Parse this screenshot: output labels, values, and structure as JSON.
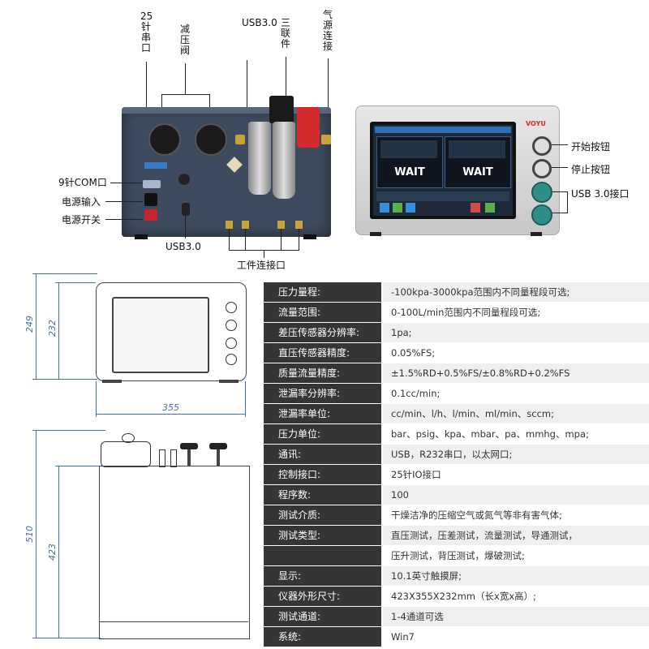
{
  "top_left_labels": {
    "pin25": "25针串口",
    "reducer": "减压阀",
    "usb_top": "USB3.0",
    "triple": "三联件",
    "air_inlet": "气源连接",
    "com9": "9针COM口",
    "power_in": "电源输入",
    "power_switch": "电源开关",
    "usb_bottom": "USB3.0",
    "work_port": "工件连接口"
  },
  "top_right_labels": {
    "start": "开始按钮",
    "stop": "停止按钮",
    "usb": "USB 3.0接口",
    "brand": "VOYU",
    "wait1": "WAIT",
    "wait2": "WAIT"
  },
  "dimensions": {
    "h249": "249",
    "h232": "232",
    "w355": "355",
    "h510": "510",
    "h423": "423"
  },
  "colors": {
    "key_bg": "#353535",
    "val_bg_a": "#ffffff",
    "val_bg_b": "#efefef",
    "chassis": "#3e4b5e",
    "panel": "#d9d9d9"
  },
  "specs": [
    {
      "k": "压力量程:",
      "v": "-100kpa-3000kpa范围内不同量程段可选;"
    },
    {
      "k": "流量范围:",
      "v": "0-100L/min范围内不同量程段可选;"
    },
    {
      "k": "差压传感器分辨率:",
      "v": "1pa;"
    },
    {
      "k": "直压传感器精度:",
      "v": "0.05%FS;"
    },
    {
      "k": "质量流量精度:",
      "v": "±1.5%RD+0.5%FS/±0.8%RD+0.2%FS"
    },
    {
      "k": "泄漏率分辨率:",
      "v": "0.1cc/min;"
    },
    {
      "k": "泄漏率单位:",
      "v": "cc/min、l/h、l/min、ml/min、sccm;"
    },
    {
      "k": "压力单位:",
      "v": "bar、psig、kpa、mbar、pa、mmhg、mpa;"
    },
    {
      "k": "通讯:",
      "v": "USB，R232串口，以太网口;"
    },
    {
      "k": "控制接口:",
      "v": "25针IO接口"
    },
    {
      "k": "程序数:",
      "v": "100"
    },
    {
      "k": "测试介质:",
      "v": "干燥洁净的压缩空气或氮气等非有害气体;"
    },
    {
      "k": "测试类型:",
      "v": "直压测试，压差测试，流量测试，导通测试，"
    },
    {
      "k": "",
      "v": "压升测试，背压测试，爆破测试;"
    },
    {
      "k": "显示:",
      "v": "10.1英寸触摸屏;"
    },
    {
      "k": "仪器外形尺寸:",
      "v": "423X355X232mm（长x宽x高）;"
    },
    {
      "k": "测试通道:",
      "v": "1-4通道可选"
    },
    {
      "k": "系统:",
      "v": "Win7"
    }
  ]
}
